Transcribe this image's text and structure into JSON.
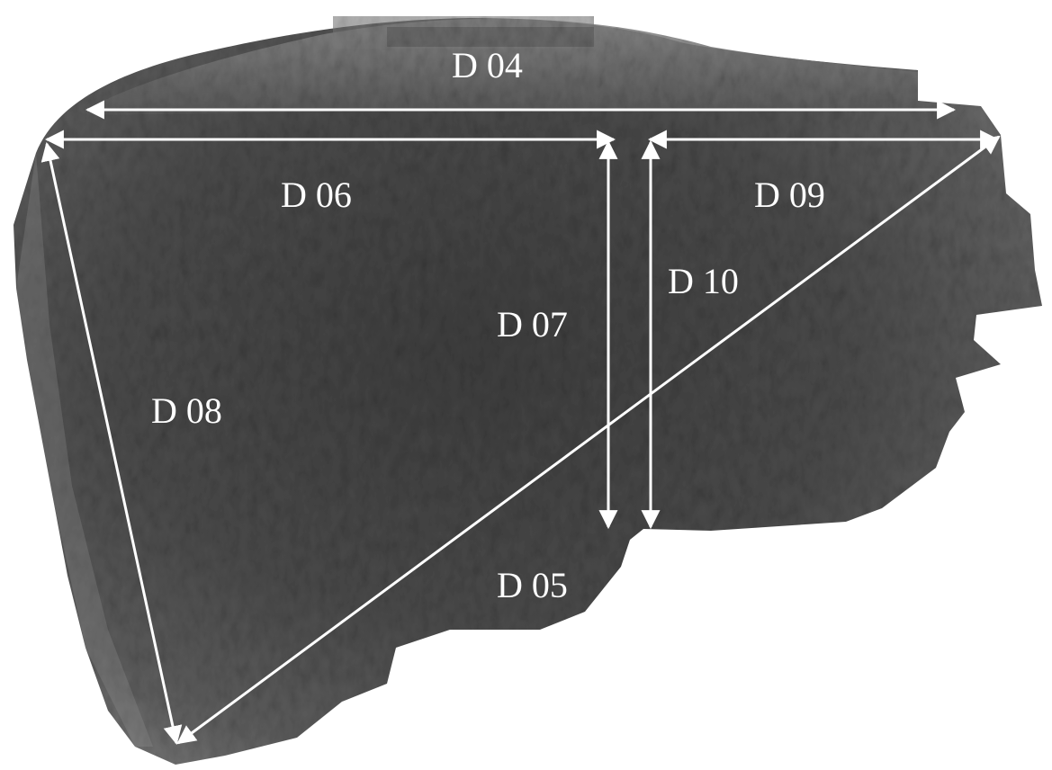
{
  "image": {
    "subject": "liver-3d-surface-render",
    "background_color": "#ffffff",
    "tissue_color_dark": "#3a3a3a",
    "tissue_color_mid": "#5a5a5a",
    "tissue_color_light": "#8a8a8a",
    "annotation_color": "#ffffff"
  },
  "measurements": [
    {
      "id": "d04",
      "label": "D 04"
    },
    {
      "id": "d05",
      "label": "D 05"
    },
    {
      "id": "d06",
      "label": "D 06"
    },
    {
      "id": "d07",
      "label": "D 07"
    },
    {
      "id": "d08",
      "label": "D 08"
    },
    {
      "id": "d09",
      "label": "D 09"
    },
    {
      "id": "d10",
      "label": "D 10"
    }
  ]
}
